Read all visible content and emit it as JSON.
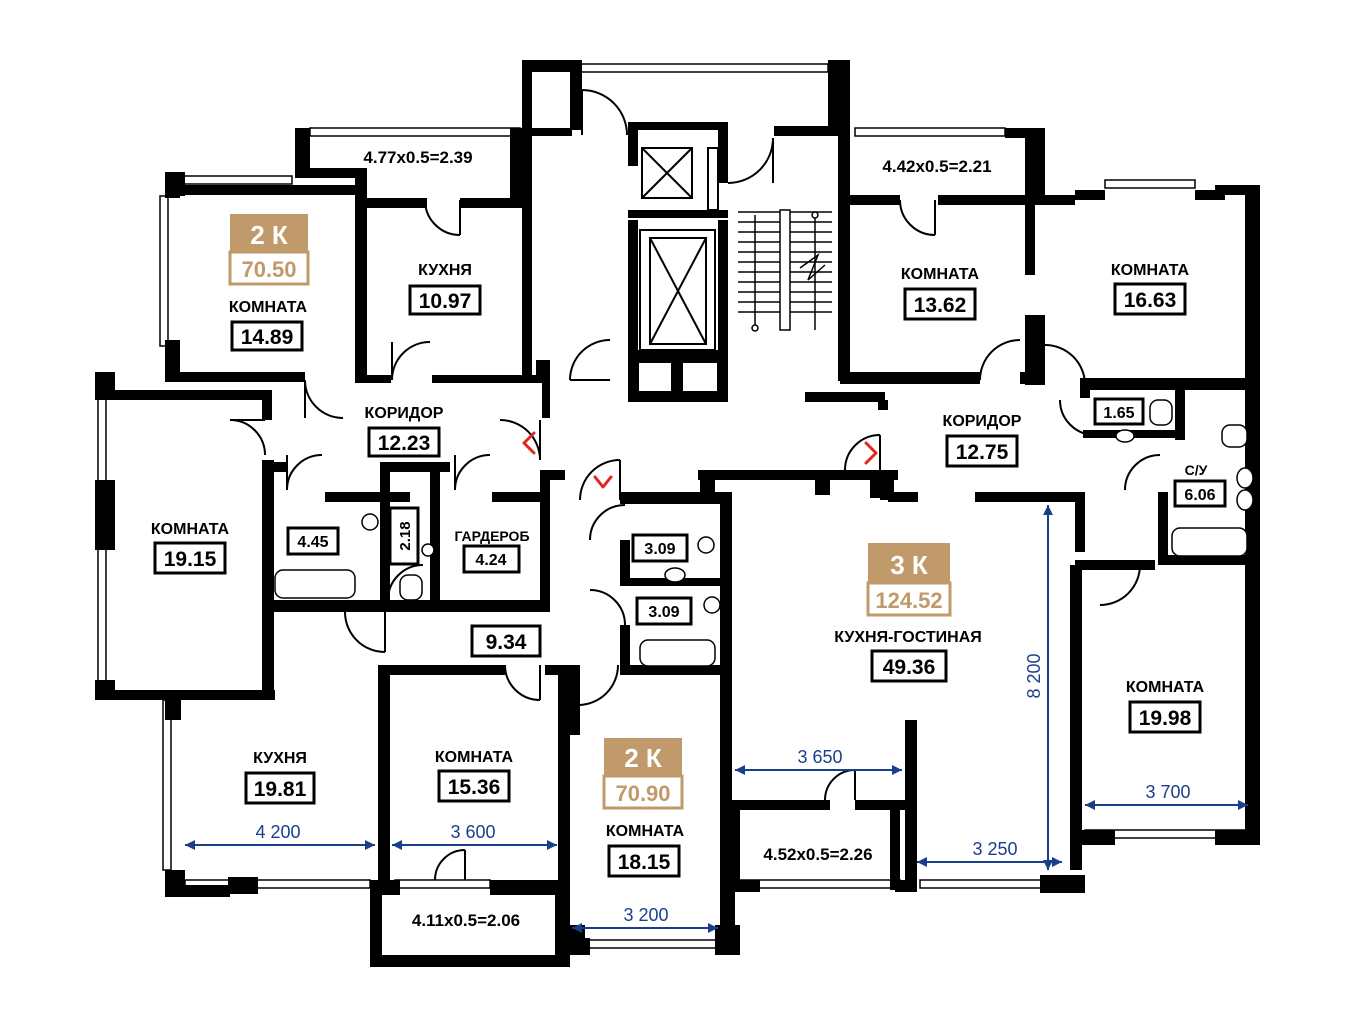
{
  "colors": {
    "wall": "#000000",
    "accent": "#c19a6b",
    "dimension": "#1a3f8a",
    "entry_arrow": "#e0271c"
  },
  "apartments": [
    {
      "id": "apt-2k-top",
      "type": "2 К",
      "area": "70.50"
    },
    {
      "id": "apt-3k",
      "type": "3 К",
      "area": "124.52"
    },
    {
      "id": "apt-2k-bottom",
      "type": "2 К",
      "area": "70.90"
    }
  ],
  "rooms": {
    "balcony_top_left": "4.77x0.5=2.39",
    "balcony_top_right": "4.42x0.5=2.21",
    "balcony_bottom_mid": "4.52x0.5=2.26",
    "balcony_bottom_left": "4.11x0.5=2.06",
    "room_a_name": "КОМНАТА",
    "room_a_area": "14.89",
    "kitchen_a_name": "КУХНЯ",
    "kitchen_a_area": "10.97",
    "corridor_a_name": "КОРИДОР",
    "corridor_a_area": "12.23",
    "room_left_name": "КОМНАТА",
    "room_left_area": "19.15",
    "bath_a_area": "4.45",
    "wc_a_area": "2.18",
    "wardrobe_name": "ГАРДЕРОБ",
    "wardrobe_area": "4.24",
    "hall_b_area": "9.34",
    "bath_b1_area": "3.09",
    "bath_b2_area": "3.09",
    "kitchen_b_name": "КУХНЯ",
    "kitchen_b_area": "19.81",
    "room_b1_name": "КОМНАТА",
    "room_b1_area": "15.36",
    "room_b2_name": "КОМНАТА",
    "room_b2_area": "18.15",
    "room_c1_name": "КОМНАТА",
    "room_c1_area": "13.62",
    "room_c2_name": "КОМНАТА",
    "room_c2_area": "16.63",
    "corridor_c_name": "КОРИДОР",
    "corridor_c_area": "12.75",
    "wc_c_area": "1.65",
    "bath_c_name": "С/У",
    "bath_c_area": "6.06",
    "living_c_name": "КУХНЯ-ГОСТИНАЯ",
    "living_c_area": "49.36",
    "room_c3_name": "КОМНАТА",
    "room_c3_area": "19.98"
  },
  "dimensions": {
    "d_kitchen_b": "4 200",
    "d_room_b1": "3 600",
    "d_room_b2": "3 200",
    "d_living_w": "3 650",
    "d_living_w2": "3 250",
    "d_living_h": "8 200",
    "d_room_c3": "3 700"
  }
}
